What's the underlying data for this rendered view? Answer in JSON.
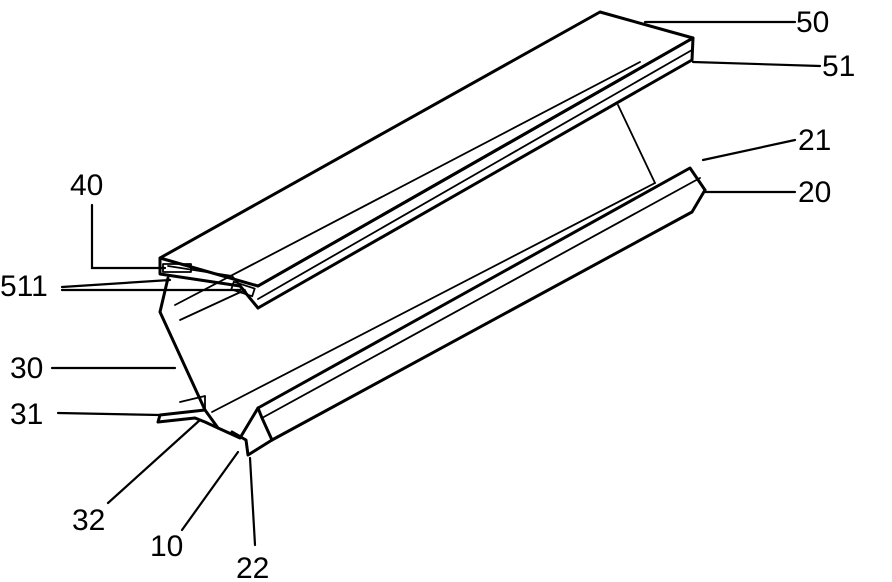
{
  "labels": {
    "l50": "50",
    "l51": "51",
    "l21": "21",
    "l20": "20",
    "l40": "40",
    "l511": "511",
    "l30": "30",
    "l31": "31",
    "l32": "32",
    "l10": "10",
    "l22": "22"
  },
  "colors": {
    "line": "#000000",
    "background": "#ffffff"
  }
}
